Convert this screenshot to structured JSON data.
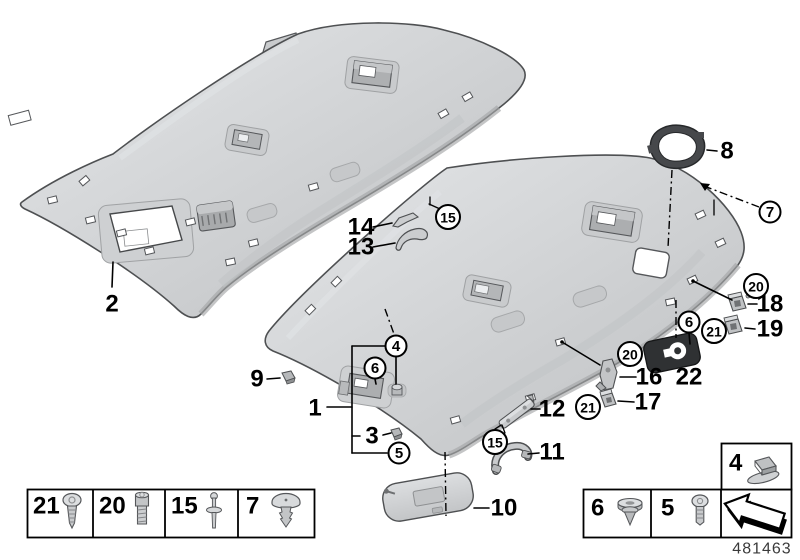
{
  "figure": {
    "drawing_number": "481463",
    "callouts": {
      "1": "1",
      "2": "2",
      "3": "3",
      "4": "4",
      "5": "5",
      "6": "6",
      "7": "7",
      "8": "8",
      "9": "9",
      "10": "10",
      "11": "11",
      "12": "12",
      "13": "13",
      "14": "14",
      "15": "15",
      "16": "16",
      "17": "17",
      "18": "18",
      "19": "19",
      "20": "20",
      "21": "21",
      "22": "22"
    },
    "legend": {
      "left_box": {
        "cells": [
          {
            "number": "21",
            "icon": "torx-pan-screw-icon"
          },
          {
            "number": "20",
            "icon": "socket-head-screw-icon"
          },
          {
            "number": "15",
            "icon": "blind-rivet-icon"
          },
          {
            "number": "7",
            "icon": "expanding-rivet-icon"
          }
        ]
      },
      "right_box": {
        "cells": [
          {
            "number": "6",
            "icon": "grommet-clip-icon"
          },
          {
            "number": "5",
            "icon": "pan-head-screw-icon"
          }
        ],
        "inset_cell": {
          "number": "4",
          "icon": "retainer-clip-icon"
        },
        "symbol_cell": {
          "icon": "direction-of-travel-arrow-icon"
        }
      }
    }
  }
}
